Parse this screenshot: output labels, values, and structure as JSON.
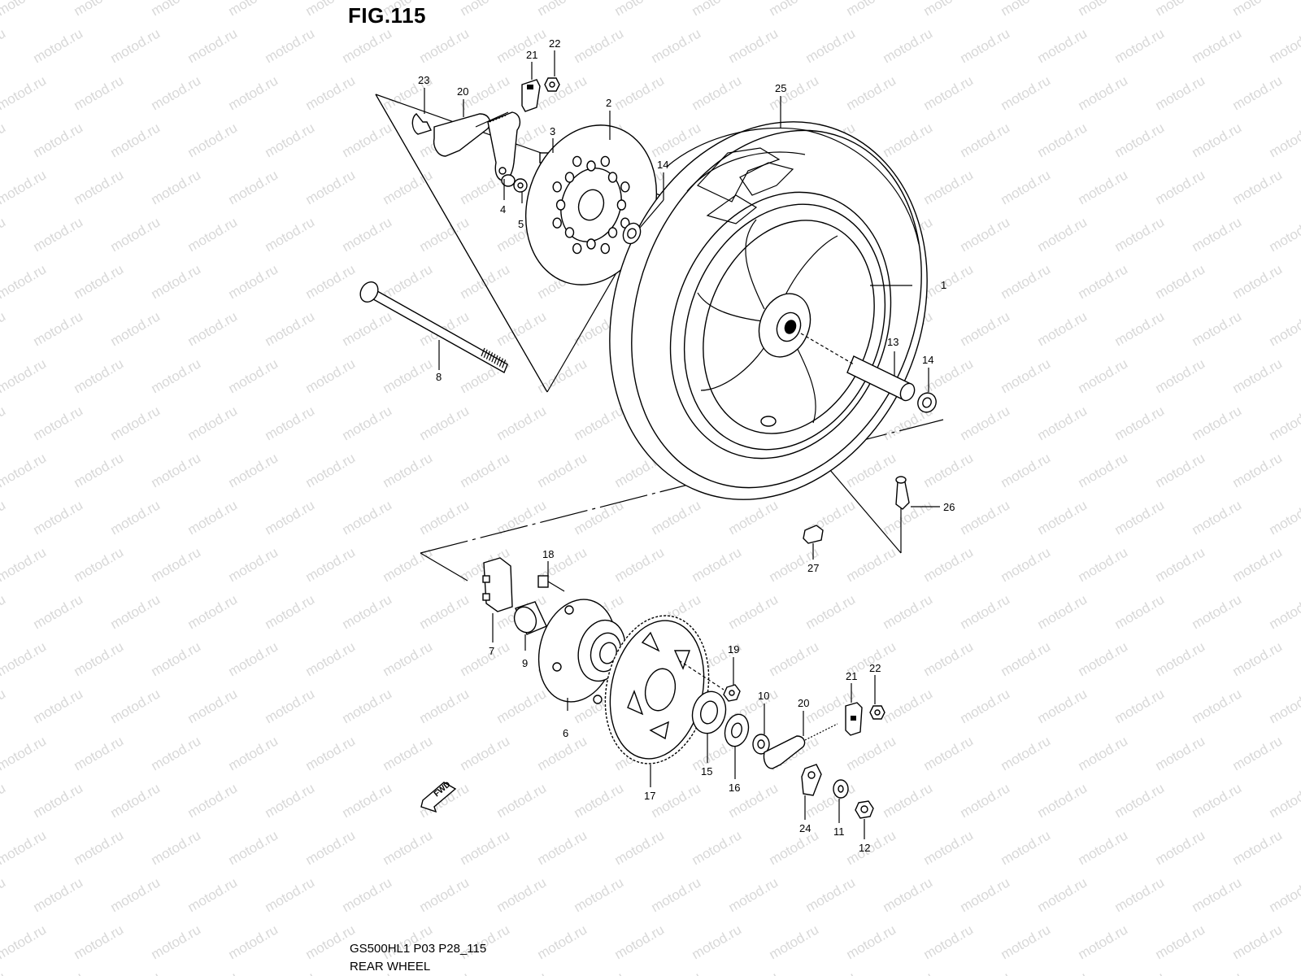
{
  "figure": {
    "title": "FIG.115",
    "code": "GS500HL1 P03 P28_115",
    "name": "REAR WHEEL"
  },
  "watermark": {
    "text": "motod.ru"
  },
  "fwd_label": "FWD",
  "callouts": [
    {
      "id": "c1",
      "label": "1"
    },
    {
      "id": "c2",
      "label": "2"
    },
    {
      "id": "c3",
      "label": "3"
    },
    {
      "id": "c4",
      "label": "4"
    },
    {
      "id": "c5",
      "label": "5"
    },
    {
      "id": "c6",
      "label": "6"
    },
    {
      "id": "c7",
      "label": "7"
    },
    {
      "id": "c8",
      "label": "8"
    },
    {
      "id": "c9",
      "label": "9"
    },
    {
      "id": "c10",
      "label": "10"
    },
    {
      "id": "c11",
      "label": "11"
    },
    {
      "id": "c12",
      "label": "12"
    },
    {
      "id": "c13",
      "label": "13"
    },
    {
      "id": "c14a",
      "label": "14"
    },
    {
      "id": "c14b",
      "label": "14"
    },
    {
      "id": "c15",
      "label": "15"
    },
    {
      "id": "c16",
      "label": "16"
    },
    {
      "id": "c17",
      "label": "17"
    },
    {
      "id": "c18",
      "label": "18"
    },
    {
      "id": "c19",
      "label": "19"
    },
    {
      "id": "c20a",
      "label": "20"
    },
    {
      "id": "c20b",
      "label": "20"
    },
    {
      "id": "c21a",
      "label": "21"
    },
    {
      "id": "c21b",
      "label": "21"
    },
    {
      "id": "c22a",
      "label": "22"
    },
    {
      "id": "c22b",
      "label": "22"
    },
    {
      "id": "c23",
      "label": "23"
    },
    {
      "id": "c24",
      "label": "24"
    },
    {
      "id": "c25",
      "label": "25"
    },
    {
      "id": "c26",
      "label": "26"
    },
    {
      "id": "c27",
      "label": "27"
    }
  ]
}
